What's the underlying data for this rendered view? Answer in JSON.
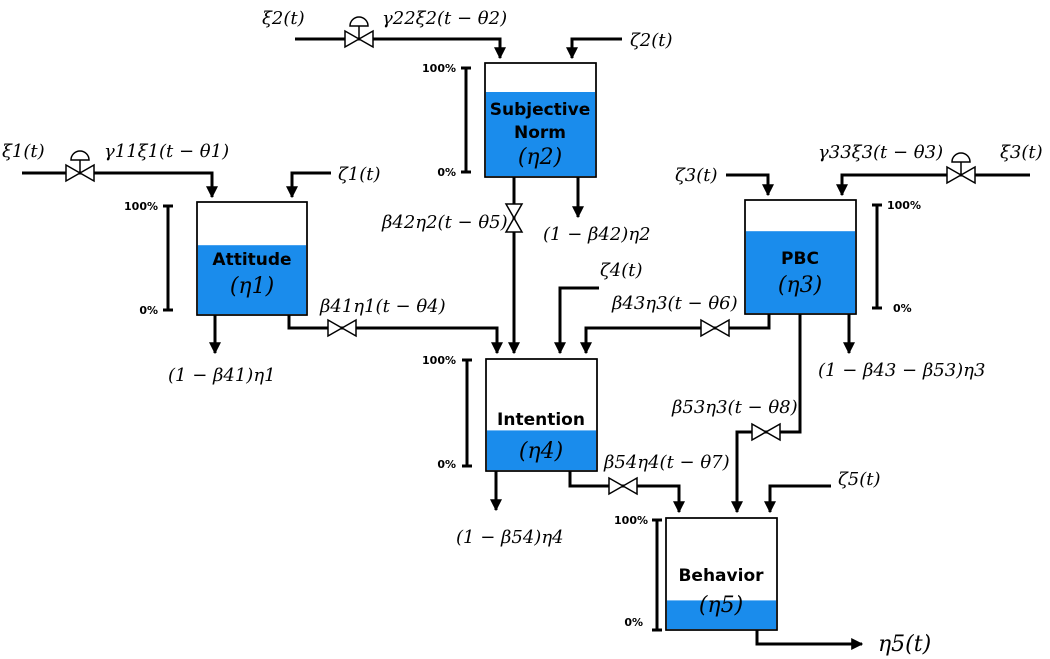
{
  "scale": {
    "top": "100%",
    "bottom": "0%"
  },
  "tanks": {
    "attitude": {
      "title": "Attitude",
      "var": "(η1)",
      "level": 0.62
    },
    "subjective_norm": {
      "title_line1": "Subjective",
      "title_line2": "Norm",
      "var": "(η2)",
      "level": 0.75
    },
    "pbc": {
      "title": "PBC",
      "var": "(η3)",
      "level": 0.73
    },
    "intention": {
      "title": "Intention",
      "var": "(η4)",
      "level": 0.36
    },
    "behavior": {
      "title": "Behavior",
      "var": "(η5)",
      "level": 0.26
    }
  },
  "inputs": {
    "xi1": "ξ1(t)",
    "xi2": "ξ2(t)",
    "xi3": "ξ3(t)",
    "zeta1": "ζ1(t)",
    "zeta2": "ζ2(t)",
    "zeta3": "ζ3(t)",
    "zeta4": "ζ4(t)",
    "zeta5": "ζ5(t)"
  },
  "flows": {
    "gamma11": "γ11ξ1(t − θ1)",
    "gamma22": "γ22ξ2(t − θ2)",
    "gamma33": "γ33ξ3(t − θ3)",
    "beta42": "β42η2(t − θ5)",
    "beta41": "β41η1(t − θ4)",
    "beta43": "β43η3(t − θ6)",
    "beta53": "β53η3(t − θ8)",
    "beta54": "β54η4(t − θ7)"
  },
  "losses": {
    "attitude": "(1 − β41)η1",
    "subjective_norm": "(1 − β42)η2",
    "pbc": "(1 − β43 − β53)η3",
    "intention": "(1 − β54)η4"
  },
  "output": "η5(t)"
}
